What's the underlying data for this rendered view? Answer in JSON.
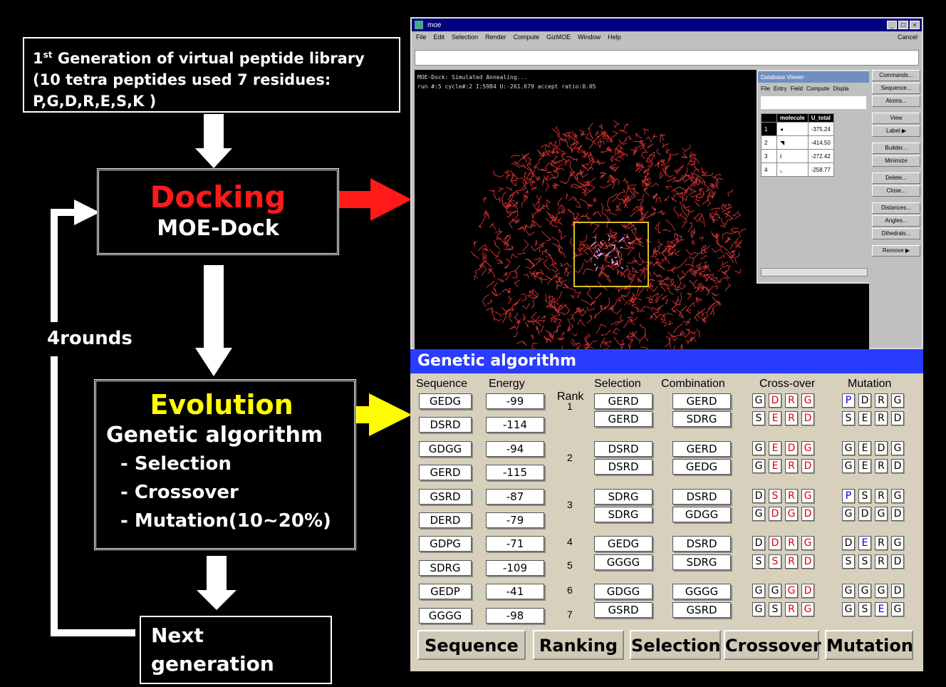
{
  "flow": {
    "first_gen": {
      "line1_pre": "1",
      "line1_sup": "st",
      "line1_post": " Generation of virtual peptide library",
      "line2": "(10 tetra peptides used 7 residues:",
      "line3": "P,G,D,R,E,S,K )"
    },
    "docking": {
      "title": "Docking",
      "subtitle": "MOE-Dock"
    },
    "evolution": {
      "title": "Evolution",
      "subtitle": "Genetic algorithm",
      "items": [
        "- Selection",
        "- Crossover",
        "- Mutation(10~20%)"
      ]
    },
    "next": {
      "line1": "Next",
      "line2": "generation"
    },
    "rounds": "4rounds"
  },
  "colors": {
    "docking_title": "#ff1a1a",
    "evolution_title": "#ffff00",
    "arrow_docking": "#ff1a1a",
    "arrow_evolution": "#ffff00",
    "ga_header": "#2a3cff",
    "molecule": "#d03030"
  },
  "moe": {
    "title": "moe",
    "menu": [
      "File",
      "Edit",
      "Selection",
      "Render",
      "Compute",
      "GizMOE",
      "Window",
      "Help"
    ],
    "cancel": "Cancel",
    "status_line1": "MOE-Dock: Simulated Annealing...",
    "status_line2": "run #:5   cycle#:2   I:5984   U:-261.679  accept ratio:0.05",
    "side_buttons": [
      "Commands...",
      "Sequence...",
      "Atoms...",
      "View",
      "Label  ▶",
      "Builder...",
      "Minimize",
      "Delete...",
      "Close...",
      "Distances...",
      "Angles...",
      "Dihedrals...",
      "Remove  ▶"
    ],
    "db_viewer": {
      "title": "Database Viewer",
      "menu": [
        "File",
        "Entry",
        "Field",
        "Compute",
        "Displa"
      ],
      "headers": [
        "molecule",
        "U_total"
      ],
      "rows": [
        {
          "idx": "1",
          "mol": "◂",
          "u": "-375.24"
        },
        {
          "idx": "2",
          "mol": "◥",
          "u": "-414.50"
        },
        {
          "idx": "3",
          "mol": "ℓ",
          "u": "-272.42"
        },
        {
          "idx": "4",
          "mol": "◟",
          "u": "-258.77"
        }
      ]
    }
  },
  "ga": {
    "header": "Genetic algorithm",
    "col_headers": {
      "sequence": "Sequence",
      "energy": "Energy",
      "rank": "Rank",
      "selection": "Selection",
      "combination": "Combination",
      "crossover": "Cross-over",
      "mutation": "Mutation"
    },
    "sequences": [
      "GEDG",
      "DSRD",
      "GDGG",
      "GERD",
      "GSRD",
      "DERD",
      "GDPG",
      "SDRG",
      "GEDP",
      "GGGG"
    ],
    "energies": [
      "-99",
      "-114",
      "-94",
      "-115",
      "-87",
      "-79",
      "-71",
      "-109",
      "-41",
      "-98"
    ],
    "ranks": [
      "1",
      "2",
      "3",
      "4",
      "5",
      "6",
      "7"
    ],
    "selection": [
      "GERD",
      "GERD",
      "DSRD",
      "DSRD",
      "SDRG",
      "SDRG",
      "GEDG",
      "GGGG",
      "GDGG",
      "GSRD"
    ],
    "combination": [
      "GERD",
      "SDRG",
      "GERD",
      "GEDG",
      "DSRD",
      "GDGG",
      "DSRD",
      "SDRG",
      "GGGG",
      "GSRD"
    ],
    "crossover": [
      [
        [
          "G",
          "k"
        ],
        [
          "D",
          "r"
        ],
        [
          "R",
          "r"
        ],
        [
          "G",
          "r"
        ]
      ],
      [
        [
          "S",
          "k"
        ],
        [
          "E",
          "r"
        ],
        [
          "R",
          "r"
        ],
        [
          "D",
          "r"
        ]
      ],
      [
        [
          "G",
          "k"
        ],
        [
          "E",
          "r"
        ],
        [
          "D",
          "r"
        ],
        [
          "G",
          "r"
        ]
      ],
      [
        [
          "G",
          "k"
        ],
        [
          "E",
          "r"
        ],
        [
          "R",
          "r"
        ],
        [
          "D",
          "r"
        ]
      ],
      [
        [
          "D",
          "k"
        ],
        [
          "S",
          "r"
        ],
        [
          "R",
          "r"
        ],
        [
          "G",
          "r"
        ]
      ],
      [
        [
          "G",
          "k"
        ],
        [
          "D",
          "r"
        ],
        [
          "G",
          "r"
        ],
        [
          "D",
          "r"
        ]
      ],
      [
        [
          "D",
          "k"
        ],
        [
          "D",
          "r"
        ],
        [
          "R",
          "r"
        ],
        [
          "G",
          "r"
        ]
      ],
      [
        [
          "S",
          "k"
        ],
        [
          "S",
          "r"
        ],
        [
          "R",
          "r"
        ],
        [
          "D",
          "r"
        ]
      ],
      [
        [
          "G",
          "k"
        ],
        [
          "G",
          "k"
        ],
        [
          "G",
          "r"
        ],
        [
          "D",
          "r"
        ]
      ],
      [
        [
          "G",
          "k"
        ],
        [
          "S",
          "k"
        ],
        [
          "R",
          "r"
        ],
        [
          "G",
          "r"
        ]
      ]
    ],
    "mutation": [
      [
        [
          "P",
          "b"
        ],
        [
          "D",
          "k"
        ],
        [
          "R",
          "k"
        ],
        [
          "G",
          "k"
        ]
      ],
      [
        [
          "S",
          "k"
        ],
        [
          "E",
          "k"
        ],
        [
          "R",
          "k"
        ],
        [
          "D",
          "k"
        ]
      ],
      [
        [
          "G",
          "k"
        ],
        [
          "E",
          "k"
        ],
        [
          "D",
          "k"
        ],
        [
          "G",
          "k"
        ]
      ],
      [
        [
          "G",
          "k"
        ],
        [
          "E",
          "k"
        ],
        [
          "R",
          "k"
        ],
        [
          "D",
          "k"
        ]
      ],
      [
        [
          "P",
          "b"
        ],
        [
          "S",
          "k"
        ],
        [
          "R",
          "k"
        ],
        [
          "G",
          "k"
        ]
      ],
      [
        [
          "G",
          "k"
        ],
        [
          "D",
          "k"
        ],
        [
          "G",
          "k"
        ],
        [
          "D",
          "k"
        ]
      ],
      [
        [
          "D",
          "k"
        ],
        [
          "E",
          "b"
        ],
        [
          "R",
          "k"
        ],
        [
          "G",
          "k"
        ]
      ],
      [
        [
          "S",
          "k"
        ],
        [
          "S",
          "k"
        ],
        [
          "R",
          "k"
        ],
        [
          "D",
          "k"
        ]
      ],
      [
        [
          "G",
          "k"
        ],
        [
          "G",
          "k"
        ],
        [
          "G",
          "k"
        ],
        [
          "D",
          "k"
        ]
      ],
      [
        [
          "G",
          "k"
        ],
        [
          "S",
          "k"
        ],
        [
          "E",
          "b"
        ],
        [
          "G",
          "k"
        ]
      ]
    ],
    "buttons": [
      "Sequence",
      "Ranking",
      "Selection",
      "Crossover",
      "Mutation"
    ]
  }
}
